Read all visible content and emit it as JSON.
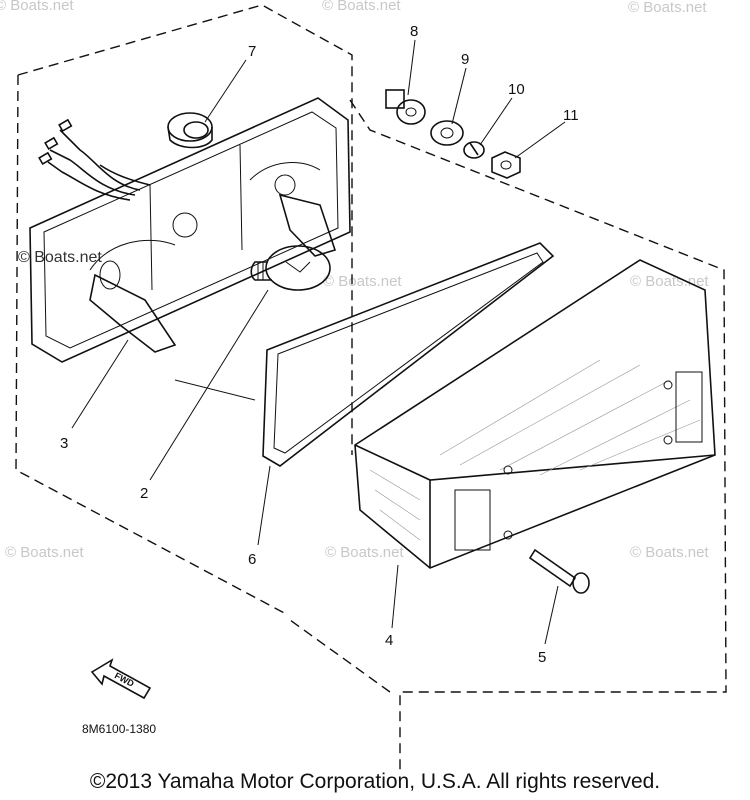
{
  "diagram": {
    "callouts": [
      "7",
      "8",
      "9",
      "10",
      "11",
      "3",
      "2",
      "6",
      "4",
      "5"
    ],
    "part_code": "8M6100-1380",
    "fwd_label": "FWD",
    "watermark": "© Boats.net",
    "copyright": "©2013 Yamaha Motor Corporation, U.S.A. All rights reserved."
  }
}
